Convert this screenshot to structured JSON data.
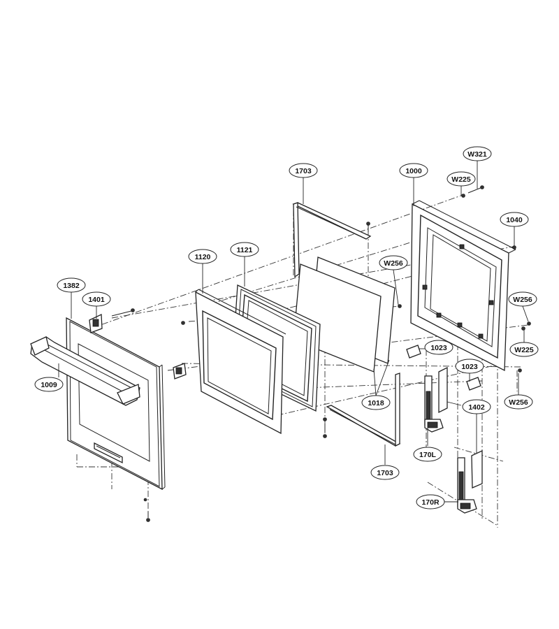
{
  "callouts": [
    {
      "id": "c1382",
      "text": "1382"
    },
    {
      "id": "c1401",
      "text": "1401"
    },
    {
      "id": "c1120",
      "text": "1120"
    },
    {
      "id": "c1121",
      "text": "1121"
    },
    {
      "id": "c1703a",
      "text": "1703"
    },
    {
      "id": "c1000",
      "text": "1000"
    },
    {
      "id": "cW321",
      "text": "W321"
    },
    {
      "id": "cW225a",
      "text": "W225"
    },
    {
      "id": "c1040",
      "text": "1040"
    },
    {
      "id": "cW256a",
      "text": "W256"
    },
    {
      "id": "cW256b",
      "text": "W256"
    },
    {
      "id": "cW225b",
      "text": "W225"
    },
    {
      "id": "c1023a",
      "text": "1023"
    },
    {
      "id": "c1023b",
      "text": "1023"
    },
    {
      "id": "cW256c",
      "text": "W256"
    },
    {
      "id": "c1009",
      "text": "1009"
    },
    {
      "id": "c1018",
      "text": "1018"
    },
    {
      "id": "c1402",
      "text": "1402"
    },
    {
      "id": "c170L",
      "text": "170L"
    },
    {
      "id": "c1703b",
      "text": "1703"
    },
    {
      "id": "c170R",
      "text": "170R"
    }
  ]
}
